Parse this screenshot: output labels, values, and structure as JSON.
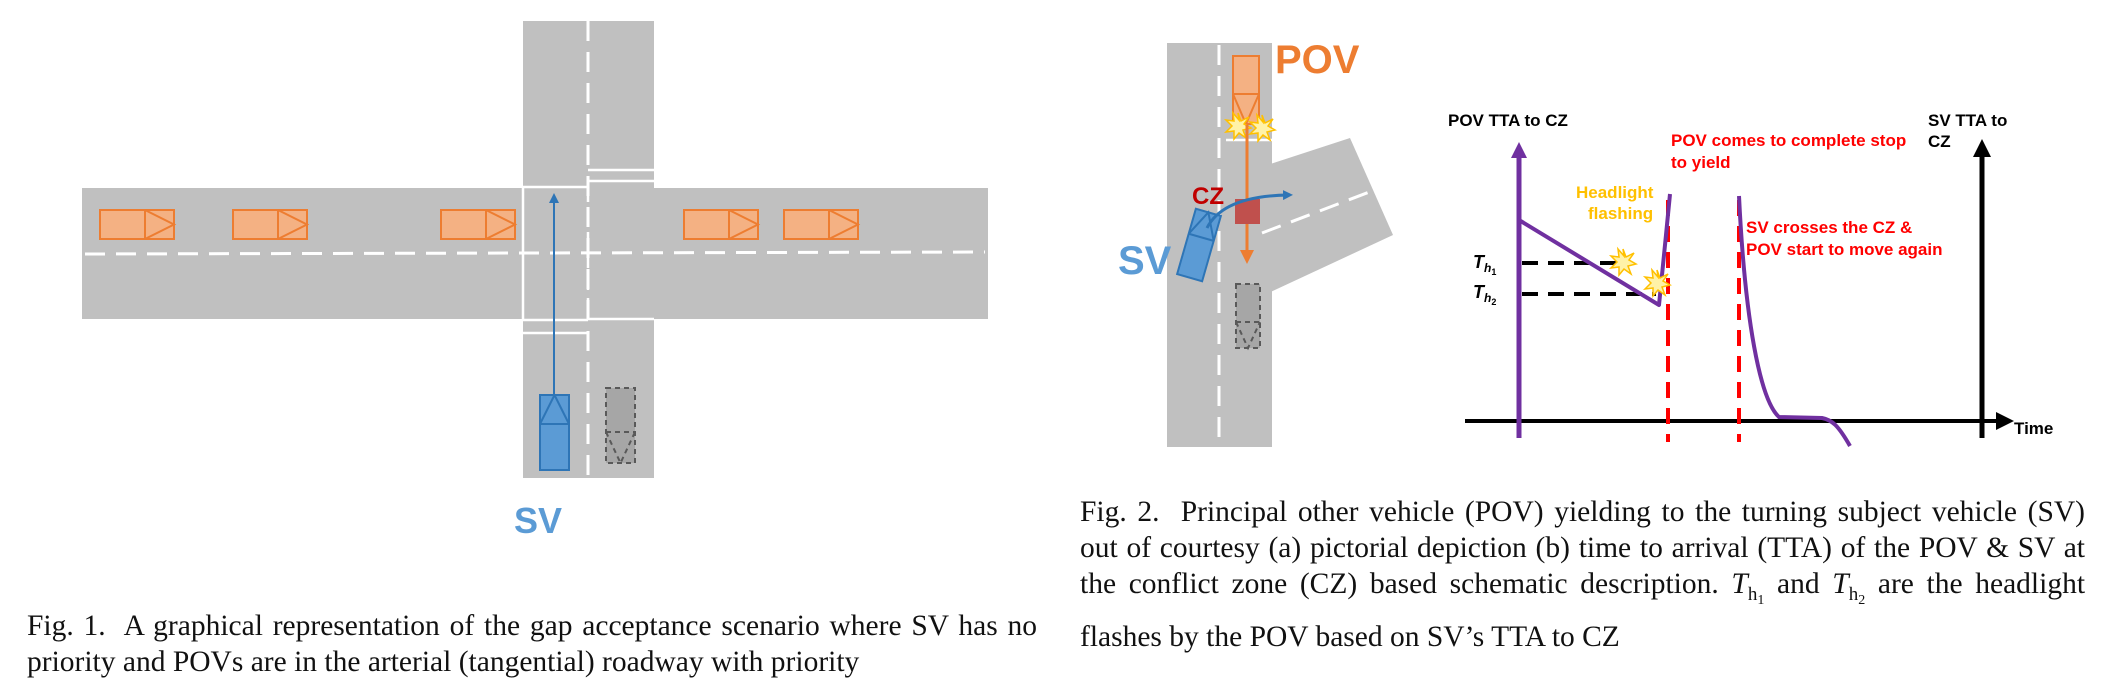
{
  "figure1": {
    "sv_label": "SV"
  },
  "figure2": {
    "pictorial": {
      "pov_label": "POV",
      "cz_label": "CZ",
      "sv_label": "SV"
    },
    "schematic": {
      "y_left_label": "POV TTA to CZ",
      "y_right_label_line1": "SV TTA to",
      "y_right_label_line2": "CZ",
      "x_axis_label": "Time",
      "th1_base": "T",
      "th1_sub1": "h",
      "th1_sub2": "1",
      "th2_base": "T",
      "th2_sub1": "h",
      "th2_sub2": "2",
      "headlight_line1": "Headlight",
      "headlight_line2": "flashing",
      "stop_line1": "POV comes to complete stop",
      "stop_line2": "to yield",
      "crosses_line1": "SV crosses the CZ &",
      "crosses_line2": "POV start to move again"
    }
  },
  "captions": {
    "fig1_lead": "Fig. 1.",
    "fig1_text": "A graphical representation of the gap acceptance scenario where SV has no priority and POVs are in the arterial (tangential) roadway with priority",
    "fig2_lead": "Fig. 2.",
    "fig2_text_a": "Principal other vehicle (POV) yielding to the turning subject vehicle (SV) out of courtesy (a) pictorial depiction (b) time to arrival (TTA) of the POV & SV at the conflict zone (CZ) based schematic description.",
    "fig2_th1_base": "T",
    "fig2_th1_sub1": "h",
    "fig2_th1_sub2": "1",
    "fig2_and": "and",
    "fig2_th2_base": "T",
    "fig2_th2_sub1": "h",
    "fig2_th2_sub2": "2",
    "fig2_text_b": "are the headlight flashes by the POV based on SV’s TTA to CZ"
  },
  "colors": {
    "road": "#c0c0c0",
    "pov_fill": "#f4b183",
    "pov_stroke": "#ed7d31",
    "sv_fill": "#5b9bd5",
    "sv_stroke": "#2e75b6",
    "sv_label": "#5b9bd5",
    "pov_label": "#ed7d31",
    "cz_box": "#c0504d",
    "cz_label": "#c00000",
    "purple_curve": "#7030a0",
    "red_dashed": "#ff0000",
    "red_text": "#ff0000",
    "headlight_text": "#ffc000",
    "flash_fill": "#fff2a8",
    "flash_stroke": "#ffc000"
  }
}
